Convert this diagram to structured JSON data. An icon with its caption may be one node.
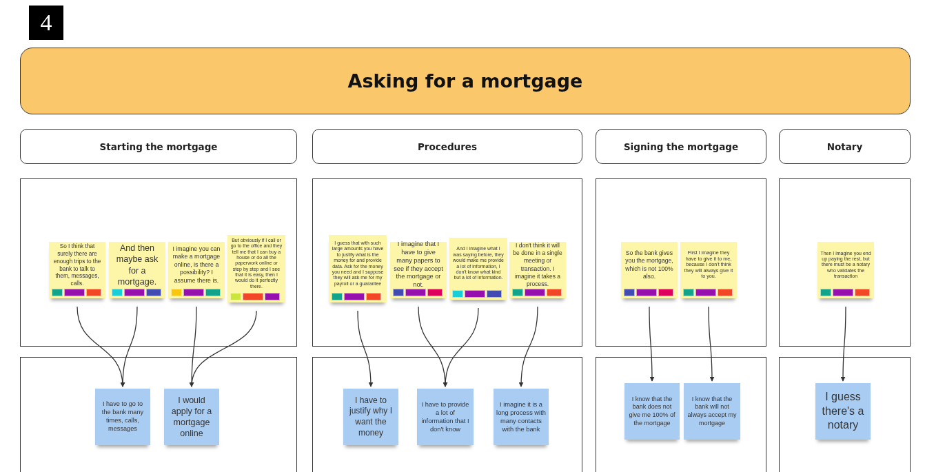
{
  "diagram": {
    "nodes": [
      {
        "text": [
          "Asking for a mortgage"
        ]
      },
      {
        "text": [
          "Starting the mortgage"
        ]
      },
      {
        "text": [
          "Procedures"
        ]
      },
      {
        "text": [
          "Signing the mortgage"
        ]
      },
      {
        "text": [
          "Notary"
        ]
      },
      {
        "text": [],
        "shape": "box"
      },
      {
        "text": [
          "So I think that surely there are enough trips to the bank to talk to them, messages, calls."
        ],
        "in": 5
      },
      {
        "text": [
          "And then maybe ask for a mortgage."
        ],
        "in": 5
      },
      {
        "text": [
          "I imagine you can make a mortgage online, is there a possibility? I assume there is."
        ],
        "in": 5
      },
      {
        "text": [
          "But obviously if I call or go to the office and they tell me that I can buy a house or do all the paperwork online or step by step and I see that it is easy, then I would do it perfectly there."
        ],
        "in": 5
      },
      {
        "text": [],
        "shape": "box"
      },
      {
        "text": [
          "I guess that with such large amounts you have to justify what is the money for and provide data. Ask for the money you need and I suppose they will ask me for my payroll or a guarantee"
        ],
        "in": 10
      },
      {
        "text": [
          "I imagine that I have to give many papers  to see if they accept the mortgage or not."
        ],
        "in": 10
      },
      {
        "text": [
          "And I imagine what I was saying before, they would make me provide a lot of information, I don't know what kind but a lot of information."
        ],
        "in": 10
      },
      {
        "text": [
          "I don't think it will be done in a single meeting or transaction. I imagine it takes a process."
        ],
        "in": 10
      },
      {
        "text": [],
        "shape": "box"
      },
      {
        "text": [
          "So the bank gives you the mortgage, which is not 100% also."
        ],
        "in": 15
      },
      {
        "text": [
          "First I imagine they have to give it to me, because I don't think they will always give it to you."
        ],
        "in": 15
      },
      {
        "text": [],
        "shape": "box"
      },
      {
        "text": [
          "Then I imagine you end up paying the rest, but there must be a notary who validates the transaction"
        ],
        "in": 18
      },
      {
        "text": [],
        "shape": "box"
      },
      {
        "text": [
          "I have to go to the bank many times, calls, messages"
        ],
        "in": 20
      },
      {
        "text": [
          "I would apply for a mortgage online"
        ],
        "in": 20
      },
      {
        "text": [],
        "shape": "box"
      },
      {
        "text": [
          "I have to justify why I want the money"
        ],
        "in": 23
      },
      {
        "text": [
          "I have to provide a lot of information that I don't know"
        ],
        "in": 23
      },
      {
        "text": [
          "I imagine it is a long process with many contacts with the bank"
        ],
        "in": 23
      },
      {
        "text": [],
        "shape": "box"
      },
      {
        "text": [
          "I know that the bank does not give me 100% of the mortgage"
        ],
        "in": 27
      },
      {
        "text": [
          "I know that the bank will not always accept my mortgage"
        ],
        "in": 27
      },
      {
        "text": [],
        "shape": "box"
      },
      {
        "text": [
          "I guess there's a notary"
        ],
        "in": 30
      }
    ],
    "edges": [
      {
        "from": 6,
        "to": 21,
        "arrow": "to"
      },
      {
        "from": 7,
        "to": 21,
        "arrow": "to"
      },
      {
        "from": 8,
        "to": 22,
        "arrow": "to"
      },
      {
        "from": 9,
        "to": 22,
        "arrow": "to"
      },
      {
        "from": 11,
        "to": 24,
        "arrow": "to"
      },
      {
        "from": 12,
        "to": 25,
        "arrow": "to"
      },
      {
        "from": 13,
        "to": 25,
        "arrow": "to"
      },
      {
        "from": 14,
        "to": 26,
        "arrow": "to"
      },
      {
        "from": 16,
        "to": 28,
        "arrow": "to"
      },
      {
        "from": 17,
        "to": 29,
        "arrow": "to"
      },
      {
        "from": 19,
        "to": 31,
        "arrow": "to"
      }
    ],
    "labels": [
      "4"
    ]
  }
}
